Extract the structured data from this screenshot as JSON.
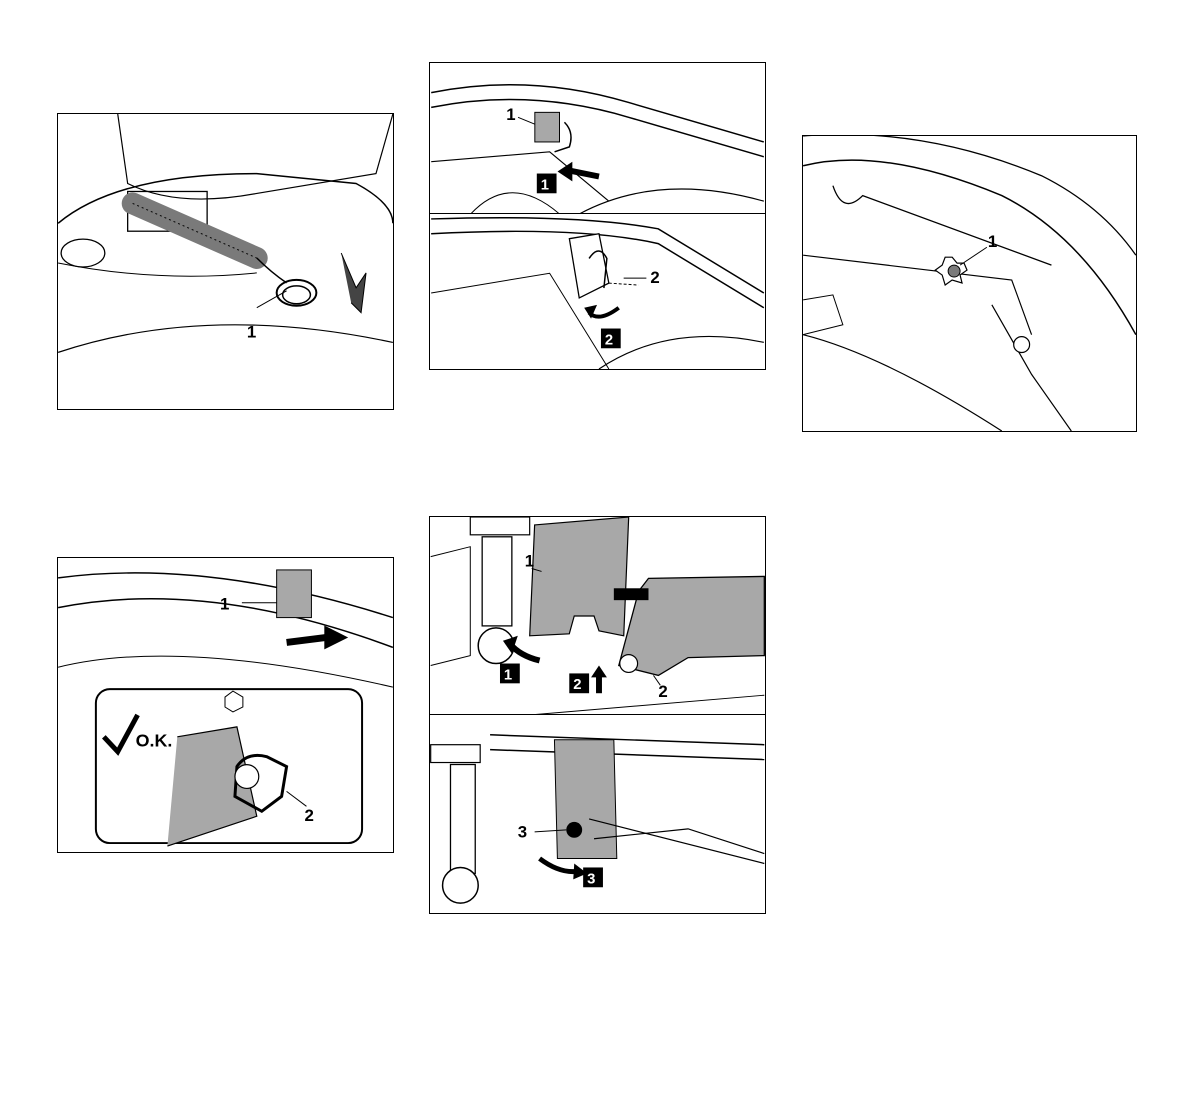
{
  "figures": {
    "fig1": {
      "callouts": [
        "1"
      ]
    },
    "fig2a": {
      "callouts": [
        "1"
      ],
      "step_badges": [
        "1"
      ]
    },
    "fig2b": {
      "callouts": [
        "2"
      ],
      "step_badges": [
        "2"
      ]
    },
    "fig3": {
      "callouts": [
        "1"
      ]
    },
    "fig4": {
      "callouts": [
        "1",
        "2"
      ],
      "ok_label": "O.K."
    },
    "fig5a": {
      "callouts": [
        "1",
        "2"
      ],
      "step_badges": [
        "1",
        "2"
      ]
    },
    "fig5b": {
      "callouts": [
        "3"
      ],
      "step_badges": [
        "3"
      ]
    }
  },
  "colors": {
    "line": "#000000",
    "shade": "#a8a8a8",
    "dark_shade": "#7a7a7a",
    "background": "#ffffff"
  }
}
